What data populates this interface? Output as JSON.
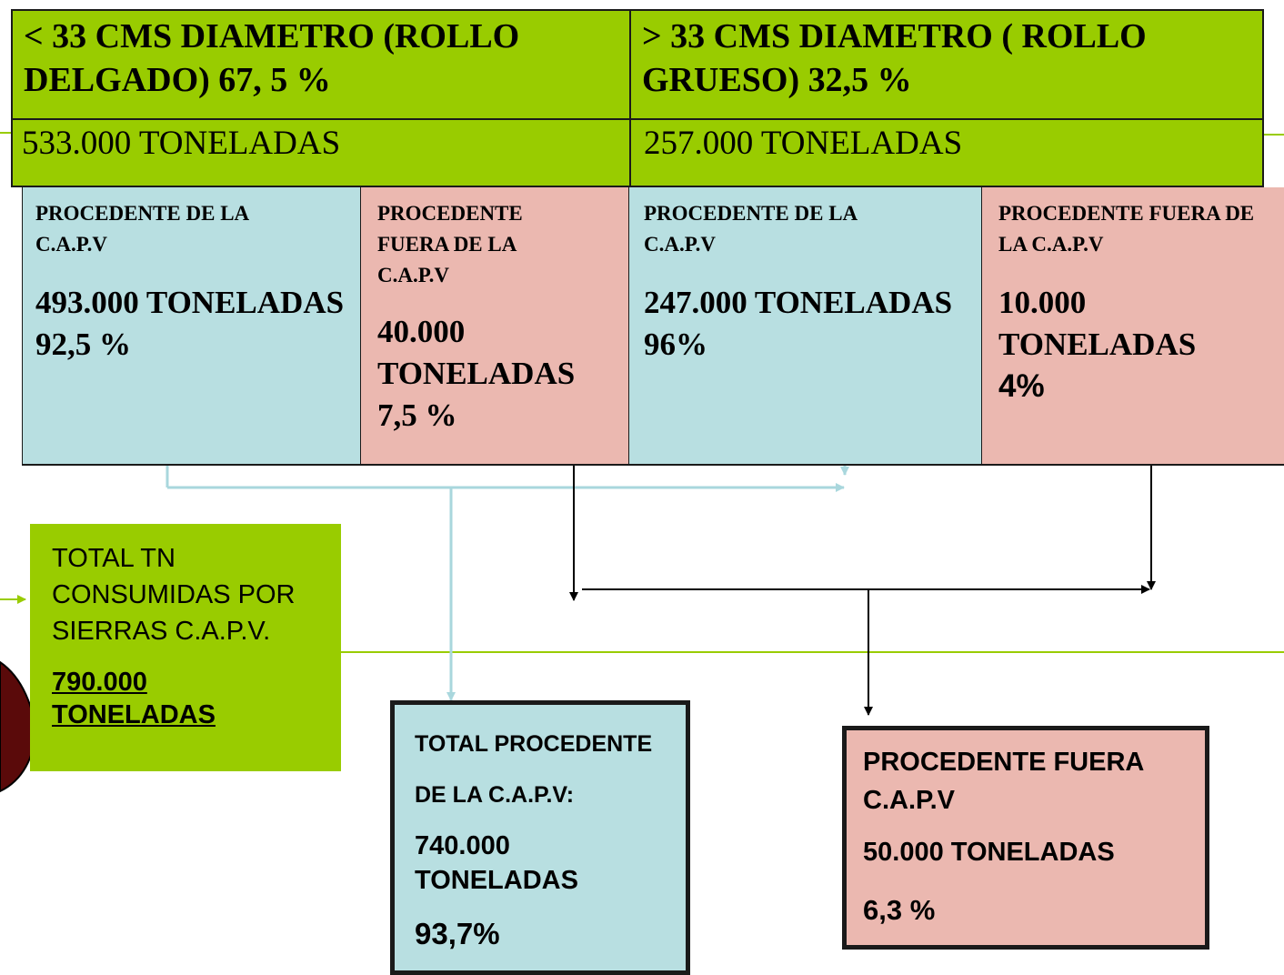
{
  "headers": {
    "thin": {
      "title": "< 33 CMS DIAMETRO (ROLLO DELGADO)  67, 5 %",
      "tonnage": "533.000  TONELADAS"
    },
    "thick": {
      "title": "> 33 CMS DIAMETRO ( ROLLO GRUESO)   32,5 %",
      "tonnage": "257.000 TONELADAS"
    }
  },
  "cells": {
    "thin_capv": {
      "label": "PROCEDENTE DE LA C.A.P.V",
      "tons": "493.000 TONELADAS",
      "pct": "92,5 %"
    },
    "thin_outside": {
      "label": "PROCEDENTE FUERA DE LA C.A.P.V",
      "tons": "40.000 TONELADAS",
      "pct": "7,5 %"
    },
    "thick_capv": {
      "label": "PROCEDENTE DE LA C.A.P.V",
      "tons": "247.000 TONELADAS",
      "pct": "96%"
    },
    "thick_outside": {
      "label": "PROCEDENTE FUERA DE LA C.A.P.V",
      "tons": "10.000 TONELADAS",
      "pct": "4%"
    }
  },
  "total_consumed": {
    "label": "TOTAL TN CONSUMIDAS POR SIERRAS C.A.P.V.",
    "value": "790.000 TONELADAS"
  },
  "total_capv": {
    "line1": "TOTAL PROCEDENTE",
    "line2": "DE LA C.A.P.V:",
    "tons": "740.000 TONELADAS",
    "pct": "93,7%"
  },
  "total_outside": {
    "line1": "PROCEDENTE FUERA C.A.P.V",
    "tons": "50.000 TONELADAS",
    "pct": "6,3 %"
  },
  "colors": {
    "green": "#99cc00",
    "blue": "#b8dfe1",
    "pink": "#ebb8b0",
    "dark_red": "#5a0a0a"
  }
}
